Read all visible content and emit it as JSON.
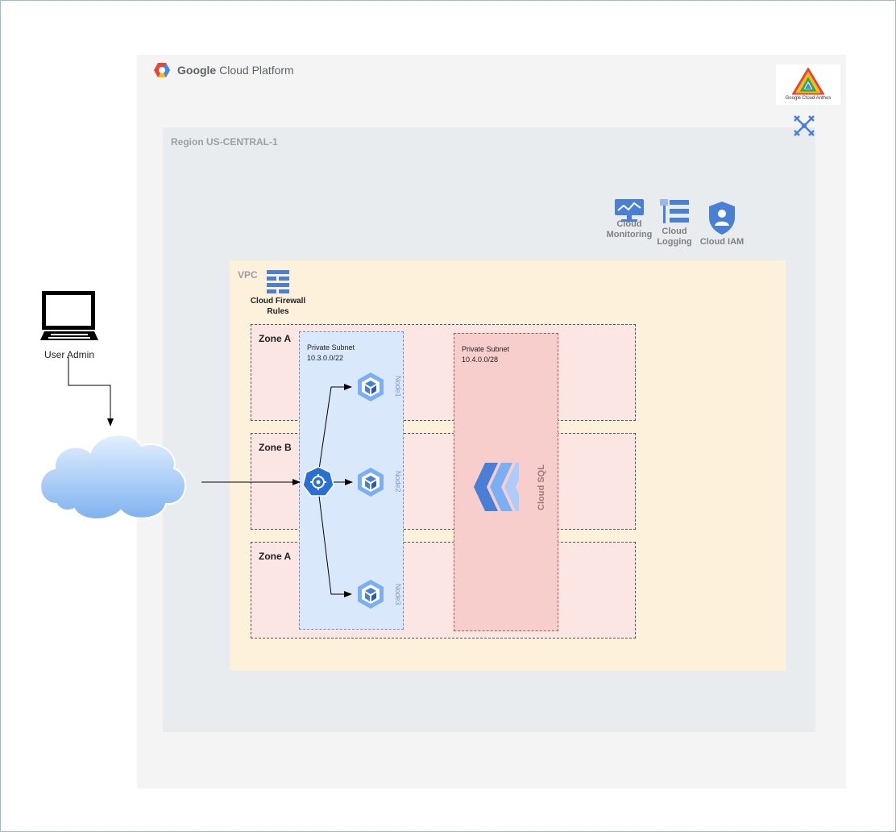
{
  "platform": {
    "title_bold": "Google",
    "title_rest": "Cloud Platform"
  },
  "anthos": {
    "label": "Google Cloud Anthos"
  },
  "region": {
    "label": "Region US-CENTRAL-1"
  },
  "services": {
    "monitoring": "Cloud Monitoring",
    "logging": "Cloud Logging",
    "iam": "Cloud IAM"
  },
  "vpc": {
    "label": "VPC",
    "firewall": "Cloud Firewall Rules"
  },
  "zones": [
    "Zone A",
    "Zone B",
    "Zone A"
  ],
  "subnets": [
    {
      "title": "Private Subnet",
      "cidr": "10.3.0.0/22"
    },
    {
      "title": "Private Subnet",
      "cidr": "10.4.0.0/28"
    }
  ],
  "nodes": [
    "Node1",
    "Node2",
    "Node3"
  ],
  "database": {
    "label": "Cloud SQL"
  },
  "user": {
    "label": "User Admin"
  },
  "colors": {
    "gcp_bg": "#f4f4f4",
    "region_bg": "#e8ecef",
    "vpc_bg": "#fdf1dc",
    "zone_bg": "#fbe6e4",
    "subnet_blue": "#dae8fc",
    "subnet_red": "#f8cecc",
    "gcp_blue": "#4285f4"
  },
  "icons": [
    "gcp-logo-icon",
    "anthos-logo-icon",
    "anthos-mesh-icon",
    "monitoring-icon",
    "logging-icon",
    "iam-icon",
    "firewall-icon",
    "computer-icon",
    "cloud-icon",
    "gke-hub-icon",
    "node-icon",
    "cloud-sql-icon"
  ]
}
